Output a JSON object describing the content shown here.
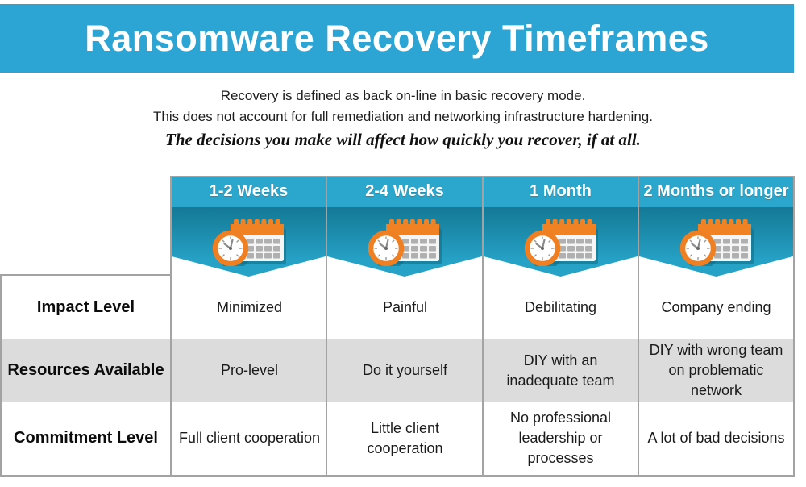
{
  "title": "Ransomware Recovery Timeframes",
  "intro": {
    "line1": "Recovery is defined as back on-line in basic recovery mode.",
    "line2": "This does not account for full remediation and networking infrastructure hardening.",
    "line3": "The decisions you make will affect how quickly you recover, if at all."
  },
  "table": {
    "columns": [
      {
        "label": "1-2 Weeks",
        "icon": "calendar-clock-icon"
      },
      {
        "label": "2-4 Weeks",
        "icon": "calendar-clock-icon"
      },
      {
        "label": "1 Month",
        "icon": "calendar-clock-icon"
      },
      {
        "label": "2 Months or longer",
        "icon": "calendar-clock-icon"
      }
    ],
    "rows": [
      {
        "label": "Impact Level",
        "values": [
          "Minimized",
          "Painful",
          "Debilitating",
          "Company ending"
        ]
      },
      {
        "label": "Resources Available",
        "values": [
          "Pro-level",
          "Do it yourself",
          "DIY with an inadequate team",
          "DIY with wrong team on problematic network"
        ]
      },
      {
        "label": "Commitment Level",
        "values": [
          "Full client cooperation",
          "Little client cooperation",
          "No professional leadership or processes",
          "A lot of bad decisions"
        ]
      }
    ]
  },
  "colors": {
    "banner_bg": "#2CA5D4",
    "column_header_bg": "#2BA6CC",
    "column_header_gradient_top": "#147A97",
    "column_header_gradient_bottom": "#27A2C7",
    "row_alt_bg": "#DCDCDC",
    "grid_line": "#A3A3A3",
    "icon_orange": "#F08224",
    "text_dark": "#1B1B1B"
  }
}
